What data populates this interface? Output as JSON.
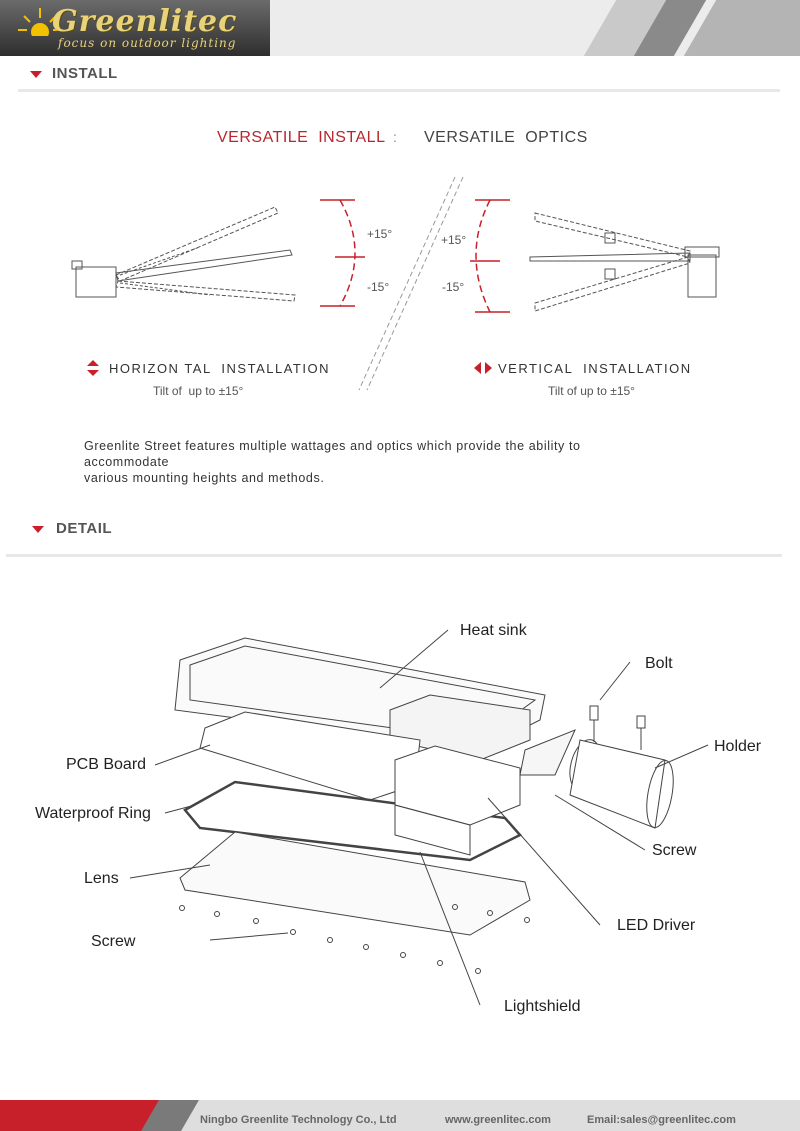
{
  "brand": {
    "name": "Greenlitec",
    "tagline": "focus on outdoor lighting"
  },
  "install": {
    "section_title": "INSTALL",
    "headline_left": "VERSATILE  INSTALL",
    "headline_sep": ":",
    "headline_right": "VERSATILE  OPTICS",
    "horizontal": {
      "title": "HORIZON TAL  INSTALLATION",
      "caption": "Tilt of  up to ±15°",
      "plus": "+15°",
      "minus": "-15°"
    },
    "vertical": {
      "title": "VERTICAL  INSTALLATION",
      "caption": "Tilt of up to ±15°",
      "plus": "+15°",
      "minus": "-15°"
    },
    "description_line1": "Greenlite Street features multiple wattages and optics which provide the ability to",
    "description_line2": "accommodate",
    "description_line3": "various mounting heights and methods."
  },
  "detail": {
    "section_title": "DETAIL",
    "labels": {
      "heat_sink": "Heat sink",
      "bolt": "Bolt",
      "holder": "Holder",
      "pcb_board": "PCB Board",
      "waterproof_ring": "Waterproof Ring",
      "screw_right": "Screw",
      "lens": "Lens",
      "led_driver": "LED Driver",
      "screw_left": "Screw",
      "lightshield": "Lightshield"
    }
  },
  "footer": {
    "company": "Ningbo Greenlite Technology Co., Ltd",
    "website": "www.greenlitec.com",
    "email": "Email:sales@greenlitec.com"
  },
  "colors": {
    "accent_red": "#c8202a",
    "text_red": "#b8262e",
    "logo_gold": "#e8d27a"
  }
}
